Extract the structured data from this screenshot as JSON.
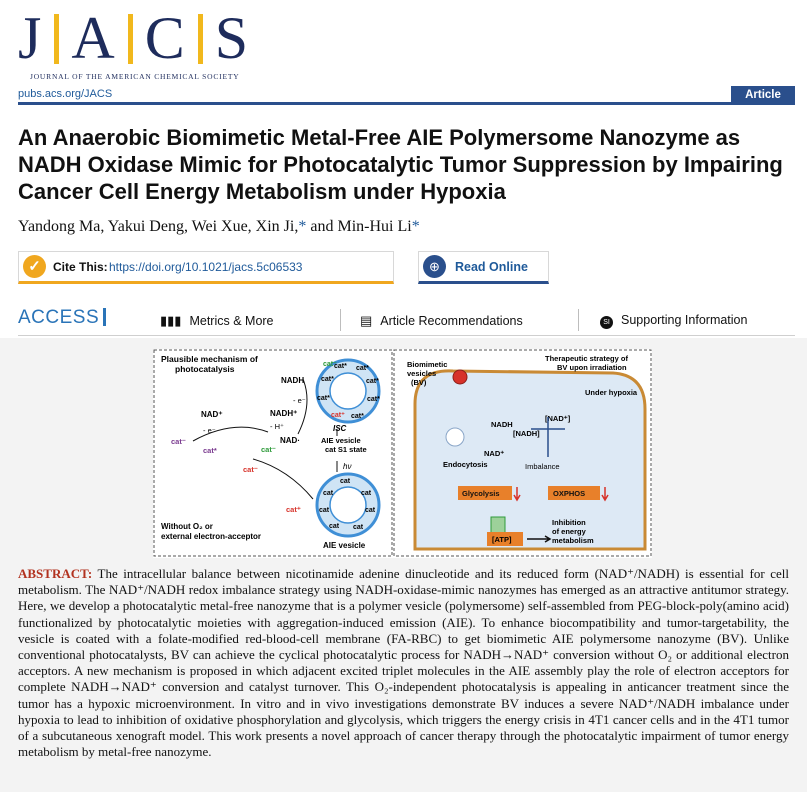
{
  "journal": {
    "letters": [
      "J",
      "A",
      "C",
      "S"
    ],
    "tagline": "JOURNAL OF THE AMERICAN CHEMICAL SOCIETY",
    "url": "pubs.acs.org/JACS",
    "article_type": "Article"
  },
  "title": "An Anaerobic Biomimetic Metal-Free AIE Polymersome Nanozyme as NADH Oxidase Mimic for Photocatalytic Tumor Suppression by Impairing Cancer Cell Energy Metabolism under Hypoxia",
  "authors": {
    "names": "Yandong Ma, Yakui Deng, Wei Xue, Xin Ji,",
    "and": " and Min-Hui Li",
    "asterisk": "*"
  },
  "cite": {
    "label": "Cite This:",
    "doi": "https://doi.org/10.1021/jacs.5c06533"
  },
  "read_online": "Read Online",
  "access": {
    "label": "ACCESS",
    "tabs": [
      "Metrics & More",
      "Article Recommendations",
      "Supporting Information"
    ]
  },
  "toc_graphic": {
    "left_title": "Plausible mechanism of photocatalysis",
    "right_title": "Therapeutic strategy of BV upon irradiation",
    "nadh": "NADH",
    "nad_plus": "NAD⁺",
    "nadh_plus": "NADH⁺",
    "nad_rad": "NAD·",
    "e_minus": "- e⁻",
    "h_plus": "- H⁺",
    "cat": "cat",
    "cat_star": "cat*",
    "cat_plus": "cat⁺",
    "cat_minus": "cat⁻",
    "isc": "ISC",
    "vesicle_state": "AIE vesicle cat S1 state",
    "hv": "hν",
    "without_o2": "Without O₂ or external electron-acceptor",
    "aie_vesicle": "AIE vesicle",
    "bv": "Biomimetic vesicles (BV)",
    "under_hypoxia": "Under hypoxia",
    "endocytosis": "Endocytosis",
    "nad_bracket": "[NAD⁺]",
    "nadh_bracket": "[NADH]",
    "imbalance": "Imbalance",
    "glycolysis": "Glycolysis",
    "oxphos": "OXPHOS",
    "atp": "[ATP]",
    "inhibition": "Inhibition of energy metabolism",
    "colors": {
      "orange": "#e8802a",
      "blue": "#3f8fd6",
      "red": "#d7322a",
      "green": "#2e9a3a",
      "purple": "#7a3a8f"
    }
  },
  "abstract": {
    "heading": "ABSTRACT:",
    "body": "The intracellular balance between nicotinamide adenine dinucleotide and its reduced form (NAD⁺/NADH) is essential for cell metabolism. The NAD⁺/NADH redox imbalance strategy using NADH-oxidase-mimic nanozymes has emerged as an attractive antitumor strategy. Here, we develop a photocatalytic metal-free nanozyme that is a polymer vesicle (polymersome) self-assembled from PEG-block-poly(amino acid) functionalized by photocatalytic moieties with aggregation-induced emission (AIE). To enhance biocompatibility and tumor-targetability, the vesicle is coated with a folate-modified red-blood-cell membrane (FA-RBC) to get biomimetic AIE polymersome nanozyme (BV). Unlike conventional photocatalysts, BV can achieve the cyclical photocatalytic process for NADH→NAD⁺ conversion without O₂ or additional electron acceptors. A new mechanism is proposed in which adjacent excited triplet molecules in the AIE assembly play the role of electron acceptors for complete NADH→NAD⁺ conversion and catalyst turnover. This O₂-independent photocatalysis is appealing in anticancer treatment since the tumor has a hypoxic microenvironment. In vitro and in vivo investigations demonstrate BV induces a severe NAD⁺/NADH imbalance under hypoxia to lead to inhibition of oxidative phosphorylation and glycolysis, which triggers the energy crisis in 4T1 cancer cells and in the 4T1 tumor of a subcutaneous xenograft model. This work presents a novel approach of cancer therapy through the photocatalytic impairment of tumor energy metabolism by metal-free nanozyme."
  }
}
